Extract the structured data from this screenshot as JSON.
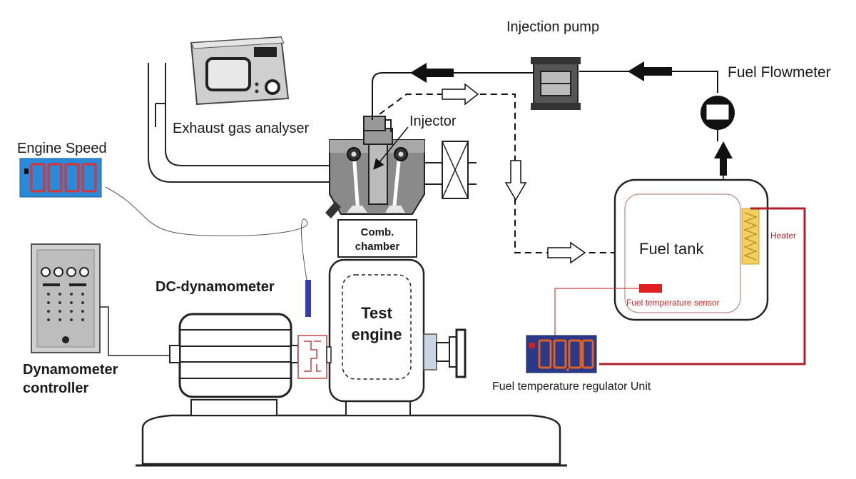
{
  "labels": {
    "injection_pump": "Injection pump",
    "fuel_flowmeter": "Fuel Flowmeter",
    "exhaust_gas_analyser": "Exhaust gas analyser",
    "injector": "Injector",
    "engine_speed": "Engine Speed",
    "comb_chamber_line1": "Comb.",
    "comb_chamber_line2": "chamber",
    "fuel_tank": "Fuel tank",
    "heater": "Heater",
    "fuel_temperature_sensor": "Fuel temperature sensor",
    "dc_dynamometer": "DC-dynamometer",
    "test_engine_line1": "Test",
    "test_engine_line2": "engine",
    "dynamometer_controller_line1": "Dynamometer",
    "dynamometer_controller_line2": "controller",
    "fuel_temperature_regulator_unit": "Fuel temperature regulator Unit"
  },
  "colors": {
    "fuel_line": "#111111",
    "wire_red": "#b0202a",
    "display_blue": "#2a8ad8",
    "display_digits": "#e03030",
    "heater_yellow": "#f2d060",
    "sensor_red": "#e02020"
  },
  "icons": [
    "analyser-device",
    "injection-pump",
    "flowmeter",
    "fuel-tank",
    "heater-coil",
    "test-engine",
    "dc-dynamometer",
    "coupling",
    "flywheel",
    "dynamometer-controller",
    "speed-display",
    "regulator-display",
    "speed-sensor"
  ]
}
